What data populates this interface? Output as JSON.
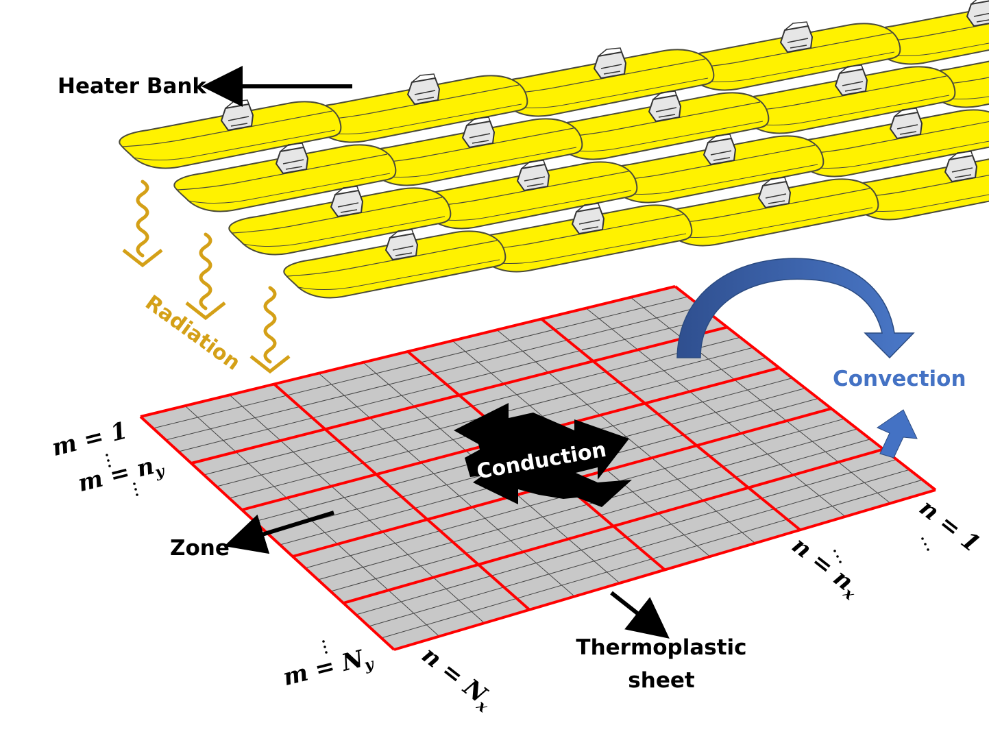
{
  "labels": {
    "heater_bank": "Heater Bank",
    "radiation": "Radiation",
    "convection": "Convection",
    "conduction": "Conduction",
    "zone": "Zone",
    "thermoplastic_line1": "Thermoplastic",
    "thermoplastic_line2": "sheet"
  },
  "indices": {
    "m_1": "m = 1",
    "m_ny_m": "m =",
    "m_ny_n": "n",
    "m_ny_sub": "y",
    "m_Ny_m": "m =",
    "m_Ny_N": "N",
    "m_Ny_sub": "y",
    "n_1": "n = 1",
    "n_nx_n": "n =",
    "n_nx_v": "n",
    "n_nx_sub": "x",
    "n_Nx_n": "n =",
    "n_Nx_N": "N",
    "n_Nx_sub": "x"
  },
  "colors": {
    "heater_fill": "#fff200",
    "heater_edge": "#4a4a3a",
    "radiation": "#d4a017",
    "convection": "#4472c4",
    "grid_major": "#ff0000",
    "sheet_fill": "#c8c8c8",
    "grid_minor": "#444444"
  }
}
